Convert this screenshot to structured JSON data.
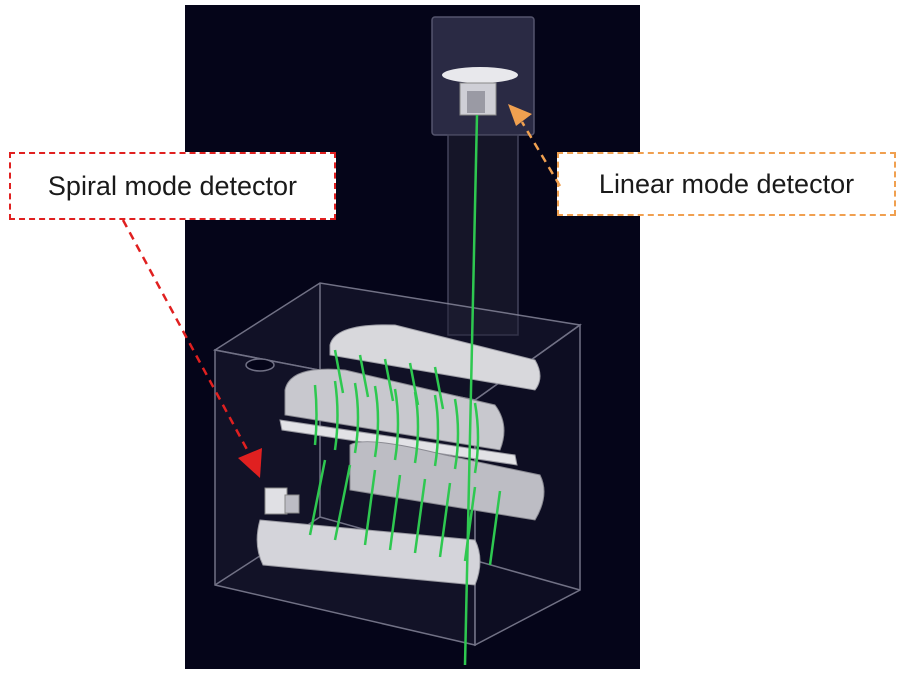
{
  "figure": {
    "callouts": [
      {
        "id": "spiral",
        "label": "Spiral mode detector",
        "color": "#e02020"
      },
      {
        "id": "linear",
        "label": "Linear mode detector",
        "color": "#f0a050"
      }
    ],
    "colors": {
      "background": "#050519",
      "beam": "#2ec850",
      "magnet": "#d8d8dc",
      "chamber_edge": "#8c8ca0"
    }
  }
}
